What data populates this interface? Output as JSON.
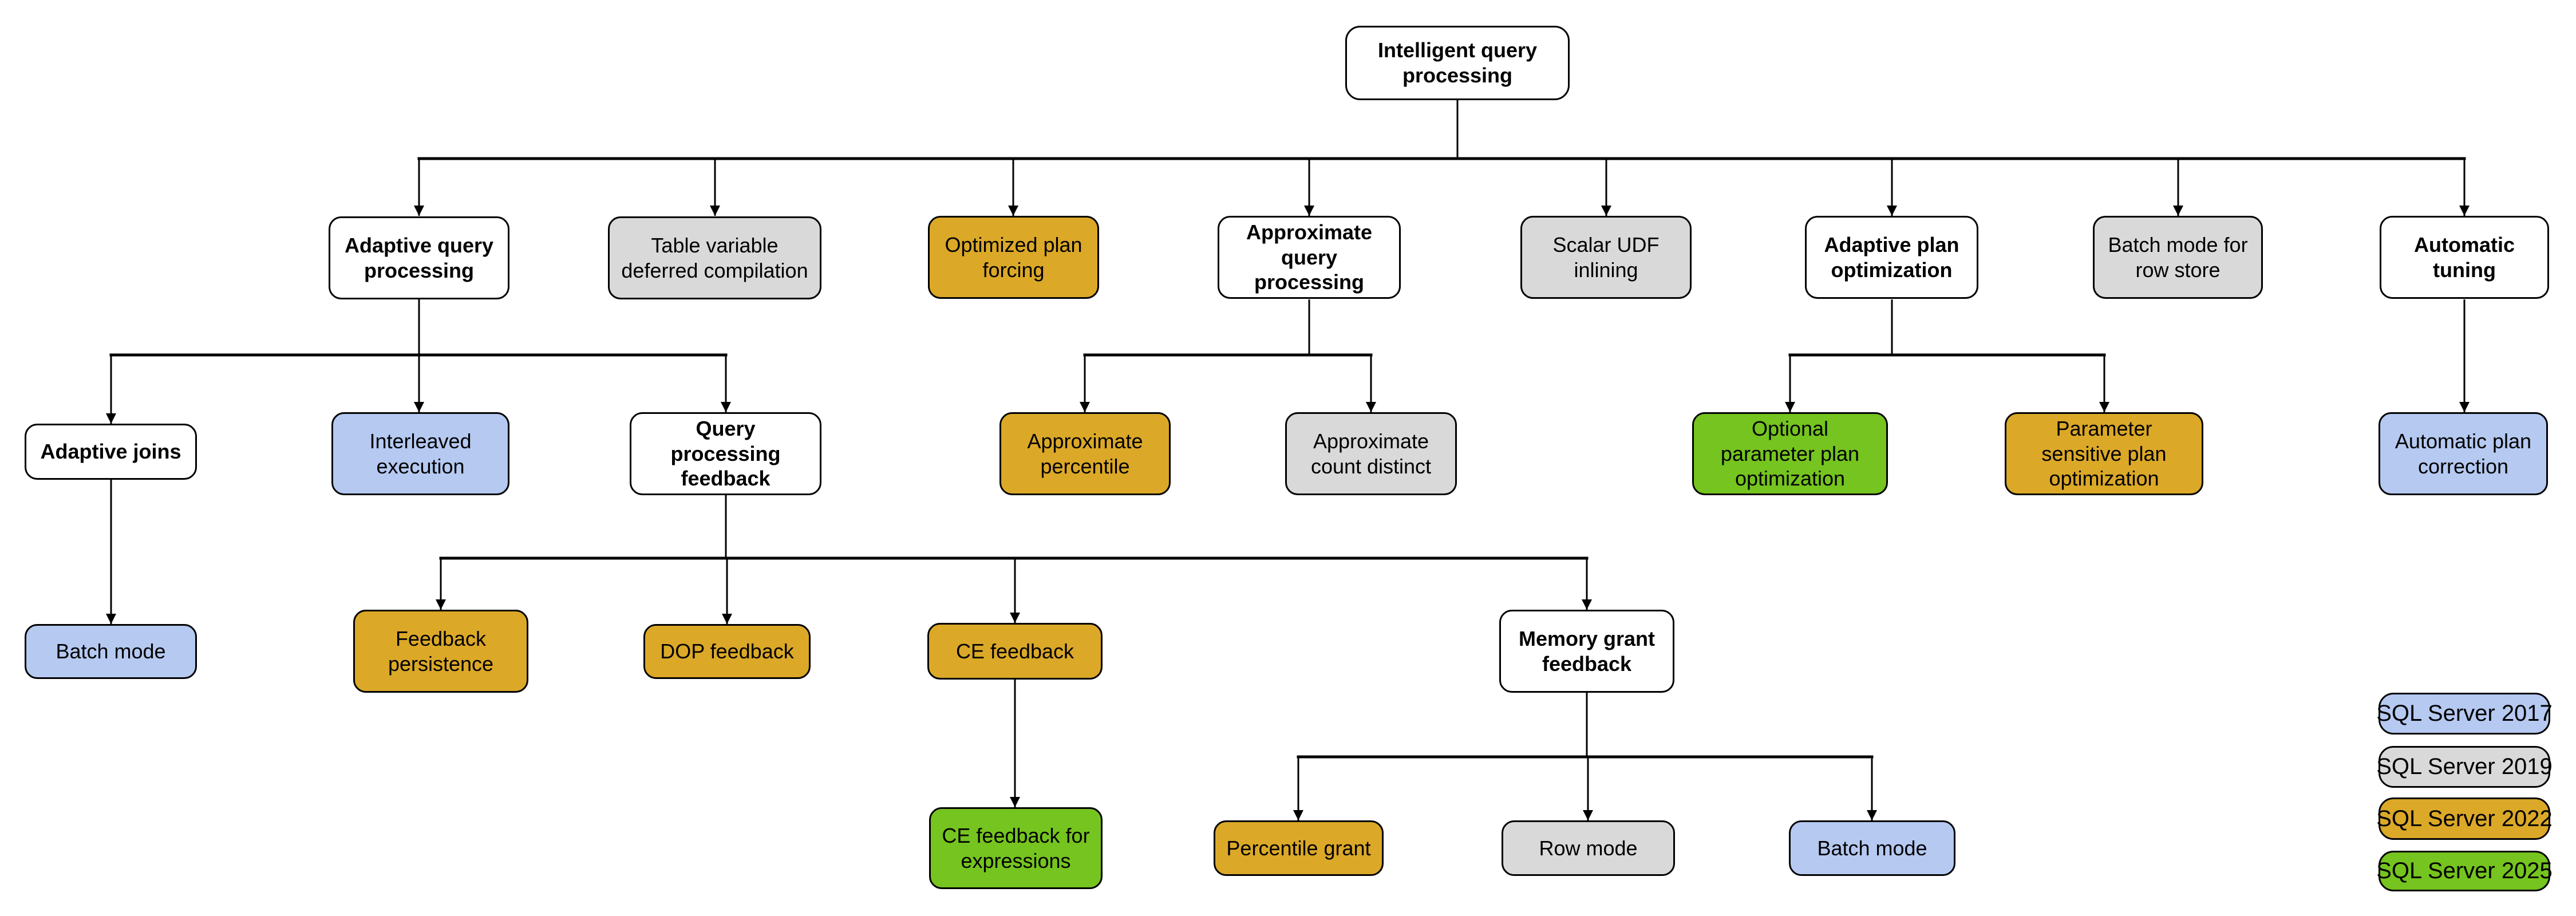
{
  "colors": {
    "v2017": "#b5c9f1",
    "v2019": "#d9d9d9",
    "v2022": "#dba828",
    "v2025": "#75c41f",
    "plain": "#ffffff",
    "line": "#000000"
  },
  "nodes": {
    "intelligent_query_processing": {
      "label": "Intelligent query processing",
      "version": null
    },
    "adaptive_query_processing": {
      "label": "Adaptive query processing",
      "version": null
    },
    "table_variable_deferred_compilation": {
      "label": "Table variable deferred compilation",
      "version": "SQL Server 2019"
    },
    "optimized_plan_forcing": {
      "label": "Optimized plan forcing",
      "version": "SQL Server 2022"
    },
    "approximate_query_processing": {
      "label": "Approximate query processing",
      "version": null
    },
    "scalar_udf_inlining": {
      "label": "Scalar UDF inlining",
      "version": "SQL Server 2019"
    },
    "adaptive_plan_optimization": {
      "label": "Adaptive plan optimization",
      "version": null
    },
    "batch_mode_for_row_store": {
      "label": "Batch mode for row store",
      "version": "SQL Server 2019"
    },
    "automatic_tuning": {
      "label": "Automatic tuning",
      "version": null
    },
    "adaptive_joins": {
      "label": "Adaptive joins",
      "version": null
    },
    "interleaved_execution": {
      "label": "Interleaved execution",
      "version": "SQL Server 2017"
    },
    "query_processing_feedback": {
      "label": "Query processing feedback",
      "version": null
    },
    "approximate_percentile": {
      "label": "Approximate percentile",
      "version": "SQL Server 2022"
    },
    "approximate_count_distinct": {
      "label": "Approximate count distinct",
      "version": "SQL Server 2019"
    },
    "optional_parameter_plan_optimization": {
      "label": "Optional parameter plan optimization",
      "version": "SQL Server 2025"
    },
    "parameter_sensitive_plan_optimization": {
      "label": "Parameter sensitive plan optimization",
      "version": "SQL Server 2022"
    },
    "automatic_plan_correction": {
      "label": "Automatic plan correction",
      "version": "SQL Server 2017"
    },
    "batch_mode_join": {
      "label": "Batch mode",
      "version": "SQL Server 2017"
    },
    "feedback_persistence": {
      "label": "Feedback persistence",
      "version": "SQL Server 2022"
    },
    "dop_feedback": {
      "label": "DOP feedback",
      "version": "SQL Server 2022"
    },
    "ce_feedback": {
      "label": "CE feedback",
      "version": "SQL Server 2022"
    },
    "memory_grant_feedback": {
      "label": "Memory grant feedback",
      "version": null
    },
    "ce_feedback_for_expressions": {
      "label": "CE feedback for expressions",
      "version": "SQL Server 2025"
    },
    "percentile_grant": {
      "label": "Percentile grant",
      "version": "SQL Server 2022"
    },
    "row_mode": {
      "label": "Row mode",
      "version": "SQL Server 2019"
    },
    "batch_mode_grant": {
      "label": "Batch mode",
      "version": "SQL Server 2017"
    }
  },
  "edges": [
    [
      "intelligent_query_processing",
      "adaptive_query_processing"
    ],
    [
      "intelligent_query_processing",
      "table_variable_deferred_compilation"
    ],
    [
      "intelligent_query_processing",
      "optimized_plan_forcing"
    ],
    [
      "intelligent_query_processing",
      "approximate_query_processing"
    ],
    [
      "intelligent_query_processing",
      "scalar_udf_inlining"
    ],
    [
      "intelligent_query_processing",
      "adaptive_plan_optimization"
    ],
    [
      "intelligent_query_processing",
      "batch_mode_for_row_store"
    ],
    [
      "intelligent_query_processing",
      "automatic_tuning"
    ],
    [
      "adaptive_query_processing",
      "adaptive_joins"
    ],
    [
      "adaptive_query_processing",
      "interleaved_execution"
    ],
    [
      "adaptive_query_processing",
      "query_processing_feedback"
    ],
    [
      "approximate_query_processing",
      "approximate_percentile"
    ],
    [
      "approximate_query_processing",
      "approximate_count_distinct"
    ],
    [
      "adaptive_plan_optimization",
      "optional_parameter_plan_optimization"
    ],
    [
      "adaptive_plan_optimization",
      "parameter_sensitive_plan_optimization"
    ],
    [
      "automatic_tuning",
      "automatic_plan_correction"
    ],
    [
      "adaptive_joins",
      "batch_mode_join"
    ],
    [
      "query_processing_feedback",
      "feedback_persistence"
    ],
    [
      "query_processing_feedback",
      "dop_feedback"
    ],
    [
      "query_processing_feedback",
      "ce_feedback"
    ],
    [
      "query_processing_feedback",
      "memory_grant_feedback"
    ],
    [
      "ce_feedback",
      "ce_feedback_for_expressions"
    ],
    [
      "memory_grant_feedback",
      "percentile_grant"
    ],
    [
      "memory_grant_feedback",
      "row_mode"
    ],
    [
      "memory_grant_feedback",
      "batch_mode_grant"
    ]
  ],
  "legend": {
    "items": [
      {
        "label": "SQL Server 2017",
        "color": "#b5c9f1"
      },
      {
        "label": "SQL Server 2019",
        "color": "#d9d9d9"
      },
      {
        "label": "SQL Server 2022",
        "color": "#dba828"
      },
      {
        "label": "SQL Server 2025",
        "color": "#75c41f"
      }
    ]
  }
}
